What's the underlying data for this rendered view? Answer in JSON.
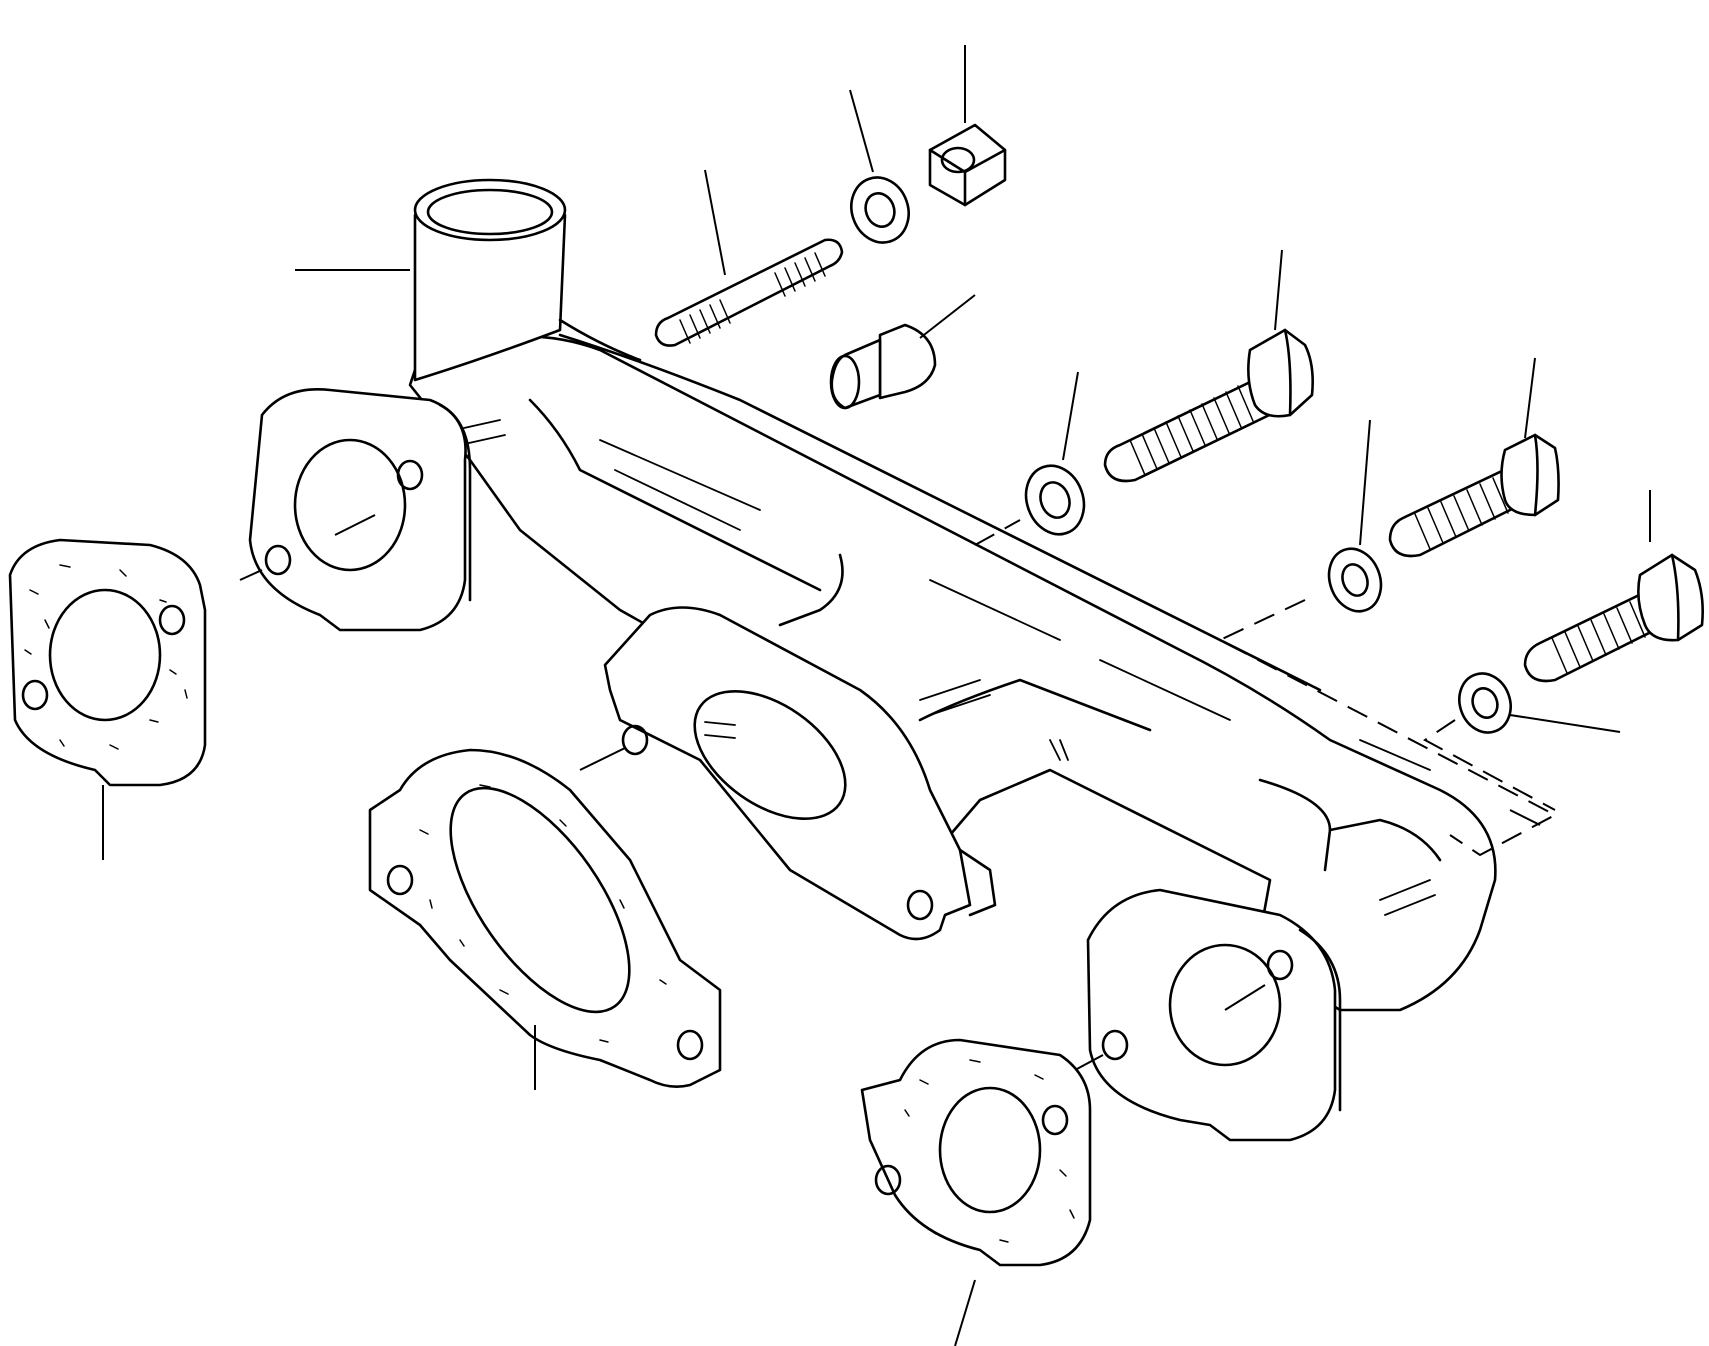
{
  "diagram": {
    "style": "monochrome line drawing, exploded view",
    "line_color": "#000000",
    "background_color": "#ffffff",
    "parts": [
      {
        "id": "manifold",
        "label": ""
      },
      {
        "id": "outlet-pipe",
        "label": ""
      },
      {
        "id": "stud",
        "label": ""
      },
      {
        "id": "spring-washer-top",
        "label": ""
      },
      {
        "id": "nut",
        "label": ""
      },
      {
        "id": "plug",
        "label": ""
      },
      {
        "id": "bolt-long",
        "label": ""
      },
      {
        "id": "spring-washer-mid",
        "label": ""
      },
      {
        "id": "bolt-mid",
        "label": ""
      },
      {
        "id": "spring-washer-right",
        "label": ""
      },
      {
        "id": "bolt-right",
        "label": ""
      },
      {
        "id": "spring-washer-lower",
        "label": ""
      },
      {
        "id": "gasket-left",
        "label": ""
      },
      {
        "id": "gasket-center",
        "label": ""
      },
      {
        "id": "gasket-right",
        "label": ""
      }
    ]
  }
}
